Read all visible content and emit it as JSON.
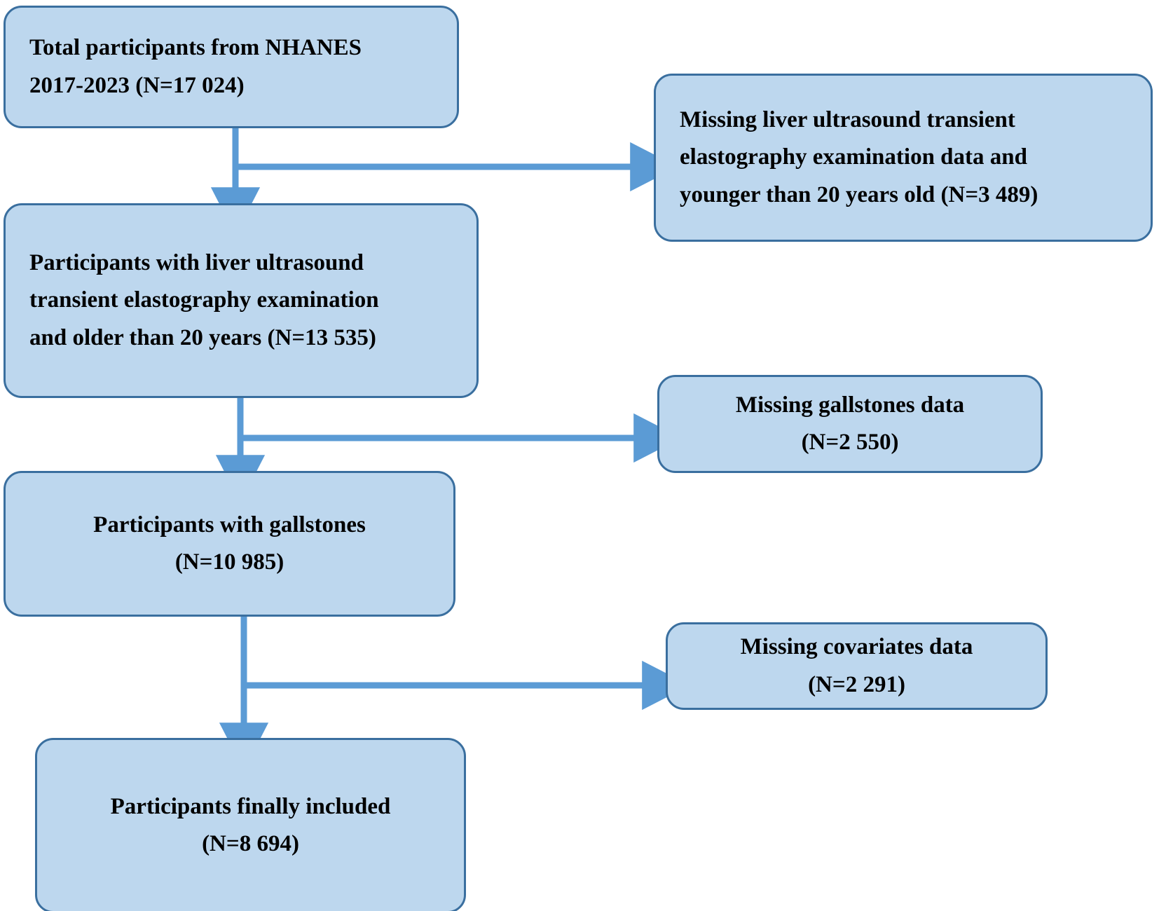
{
  "figure": {
    "type": "flowchart",
    "title": "NHANES participant selection flow diagram",
    "colors": {
      "box_fill": "#BDD7EE",
      "box_border": "#3A6F9F",
      "arrow": "#5B9BD5",
      "text": "#000000",
      "background": "#FFFFFF"
    }
  },
  "nodes": {
    "total_participants": {
      "name": "Total participants from NHANES",
      "lines": [
        "Total participants from NHANES",
        "2017-2023 (N=17 024)"
      ],
      "n_label": "N=17 024",
      "n_value": 17024
    },
    "excluded_elastography": {
      "name": "Missing liver ultrasound transient elastography examination data and younger than 20 years old",
      "lines": [
        "Missing liver ultrasound transient",
        "elastography examination data and",
        "younger than 20 years old (N=3 489)"
      ],
      "n_label": "N=3 489",
      "n_value": 3489
    },
    "with_elastography": {
      "name": "Participants with liver ultrasound transient elastography examination and older than 20 years",
      "lines": [
        "Participants with liver ultrasound",
        "transient elastography examination",
        "and older than 20 years (N=13 535)"
      ],
      "n_label": "N=13 535",
      "n_value": 13535
    },
    "excluded_gallstones": {
      "name": "Missing gallstones data",
      "lines": [
        "Missing gallstones data",
        "(N=2 550)"
      ],
      "n_label": "N=2 550",
      "n_value": 2550
    },
    "with_gallstones": {
      "name": "Participants with gallstones",
      "lines": [
        "Participants with gallstones",
        "(N=10 985)"
      ],
      "n_label": "N=10 985",
      "n_value": 10985
    },
    "excluded_covariates": {
      "name": "Missing covariates data",
      "lines": [
        "Missing covariates data",
        "(N=2 291)"
      ],
      "n_label": "N=2 291",
      "n_value": 2291
    },
    "final_included": {
      "name": "Participants finally included",
      "lines": [
        "Participants finally included",
        "(N=8 694)"
      ],
      "n_label": "N=8 694",
      "n_value": 8694
    }
  },
  "edges": [
    {
      "from": "total_participants",
      "to": "with_elastography",
      "direction": "down"
    },
    {
      "from": "total_participants",
      "to": "excluded_elastography",
      "direction": "right"
    },
    {
      "from": "with_elastography",
      "to": "with_gallstones",
      "direction": "down"
    },
    {
      "from": "with_elastography",
      "to": "excluded_gallstones",
      "direction": "right"
    },
    {
      "from": "with_gallstones",
      "to": "final_included",
      "direction": "down"
    },
    {
      "from": "with_gallstones",
      "to": "excluded_covariates",
      "direction": "right"
    }
  ]
}
